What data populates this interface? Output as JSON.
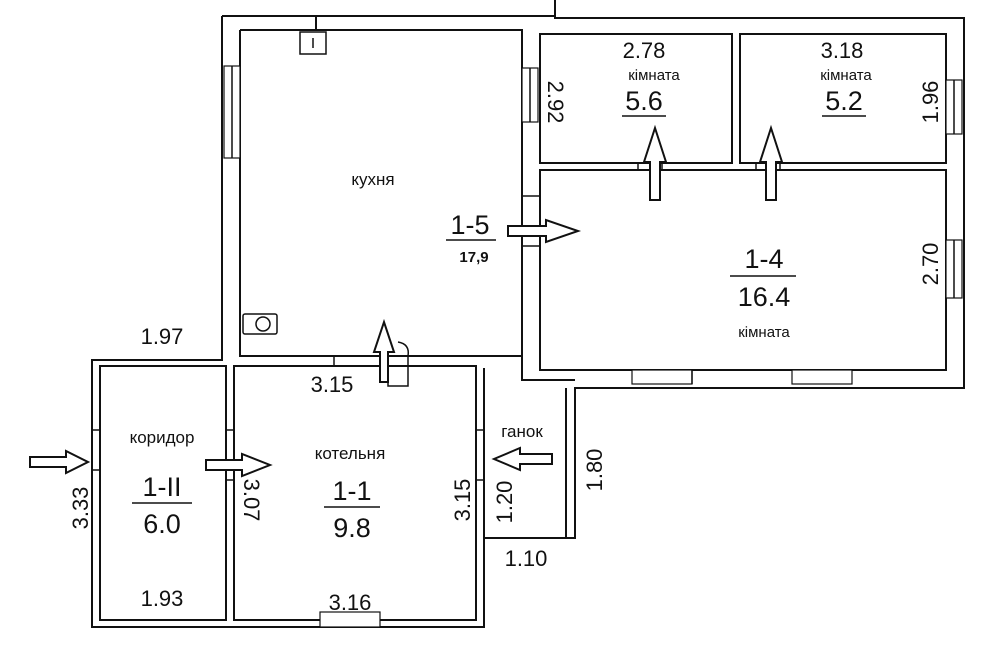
{
  "rooms": {
    "kitchen": {
      "name": "кухня",
      "code": "1-5",
      "area": "17,9"
    },
    "room_main": {
      "code": "1-4",
      "area": "16.4",
      "name": "кімната"
    },
    "room_a": {
      "name": "кімната",
      "area": "5.6",
      "width": "2.78",
      "depth": "2.92"
    },
    "room_b": {
      "name": "кімната",
      "area": "5.2",
      "width": "3.18",
      "depth": "1.96"
    },
    "boiler": {
      "name": "котельня",
      "code": "1-1",
      "area": "9.8",
      "top": "3.15",
      "bottom": "3.16",
      "left": "3.07",
      "right": "3.15"
    },
    "corridor": {
      "name": "коридор",
      "code": "1-II",
      "area": "6.0",
      "height": "3.33",
      "bottom": "1.93"
    },
    "porch": {
      "name": "ганок",
      "height": "1.20",
      "width": "1.10"
    }
  },
  "dimensions": {
    "corridor_top": "1.97",
    "main_height": "2.70",
    "porch_side": "1.80"
  }
}
